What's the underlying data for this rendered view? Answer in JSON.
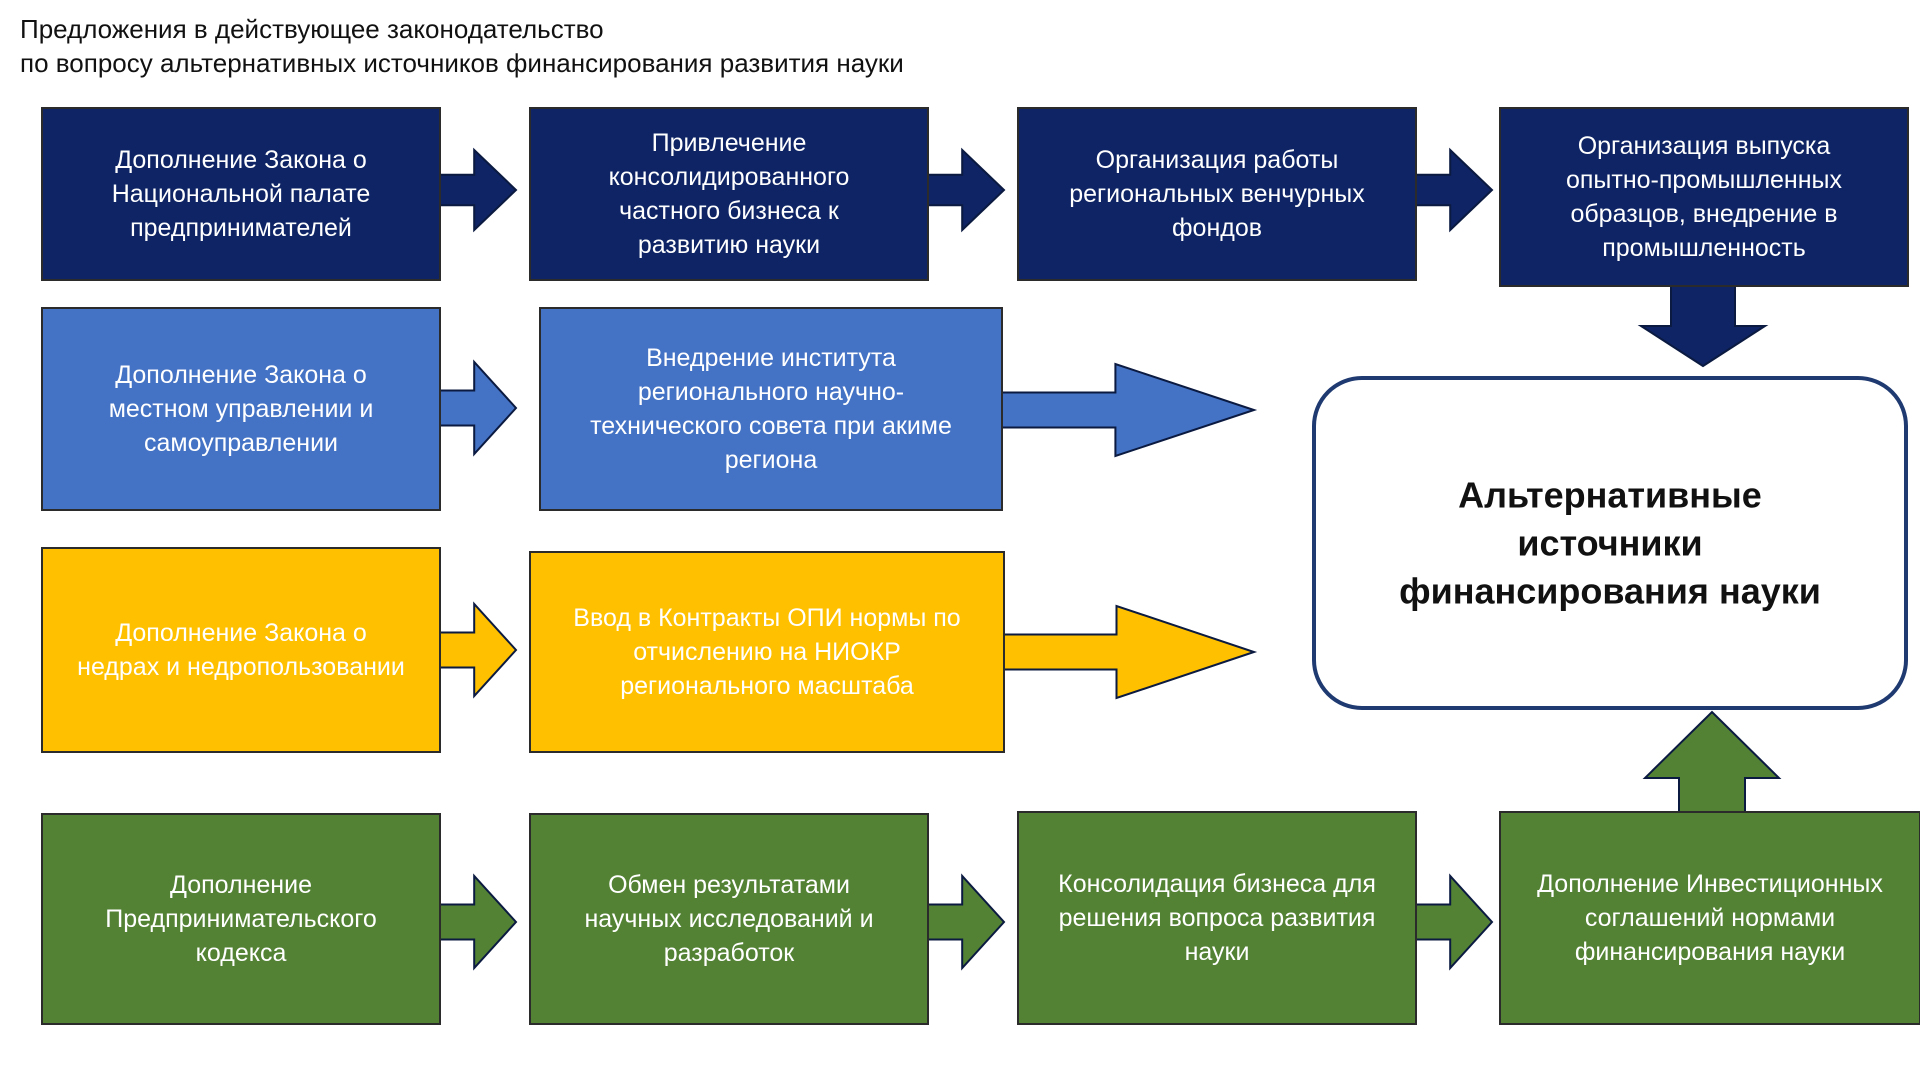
{
  "header": {
    "title_line1": "Предложения в действующее законодательство",
    "title_line2": "по вопросу альтернативных источников финансирования развития науки"
  },
  "colors": {
    "navy": "#0E2464",
    "blue": "#4472C4",
    "yellow": "#FFC000",
    "green": "#548235",
    "central_border": "#1F3A70",
    "white_text": "#FFFFFF"
  },
  "rows": [
    {
      "id": "navy",
      "boxes": [
        {
          "lines": [
            "Дополнение Закона о",
            "Национальной палате",
            "предпринимателей"
          ]
        },
        {
          "lines": [
            "Привлечение",
            "консолидированного",
            "частного бизнеса к",
            "развитию науки"
          ]
        },
        {
          "lines": [
            "Организация работы",
            "региональных венчурных",
            "фондов"
          ]
        },
        {
          "lines": [
            "Организация выпуска",
            "опытно-промышленных",
            "образцов, внедрение в",
            "промышленность"
          ]
        }
      ]
    },
    {
      "id": "blue",
      "boxes": [
        {
          "lines": [
            "Дополнение Закона о",
            "местном управлении и",
            "самоуправлении"
          ]
        },
        {
          "lines": [
            "Внедрение института",
            "регионального научно-",
            "технического совета при акиме",
            "региона"
          ]
        }
      ]
    },
    {
      "id": "yellow",
      "boxes": [
        {
          "lines": [
            "Дополнение Закона о",
            "недрах и недропользовании"
          ]
        },
        {
          "lines": [
            "Ввод в Контракты ОПИ нормы по",
            "отчислению на НИОКР",
            "регионального масштаба"
          ]
        }
      ]
    },
    {
      "id": "green",
      "boxes": [
        {
          "lines": [
            "Дополнение",
            "Предпринимательского",
            "кодекса"
          ]
        },
        {
          "lines": [
            "Обмен результатами",
            "научных исследований и",
            "разработок"
          ]
        },
        {
          "lines": [
            "Консолидация бизнеса для",
            "решения вопроса развития",
            "науки"
          ]
        },
        {
          "lines": [
            "Дополнение Инвестиционных",
            "соглашений нормами",
            "финансирования науки"
          ]
        }
      ]
    }
  ],
  "central": {
    "lines": [
      "Альтернативные",
      "источники",
      "финансирования науки"
    ]
  }
}
